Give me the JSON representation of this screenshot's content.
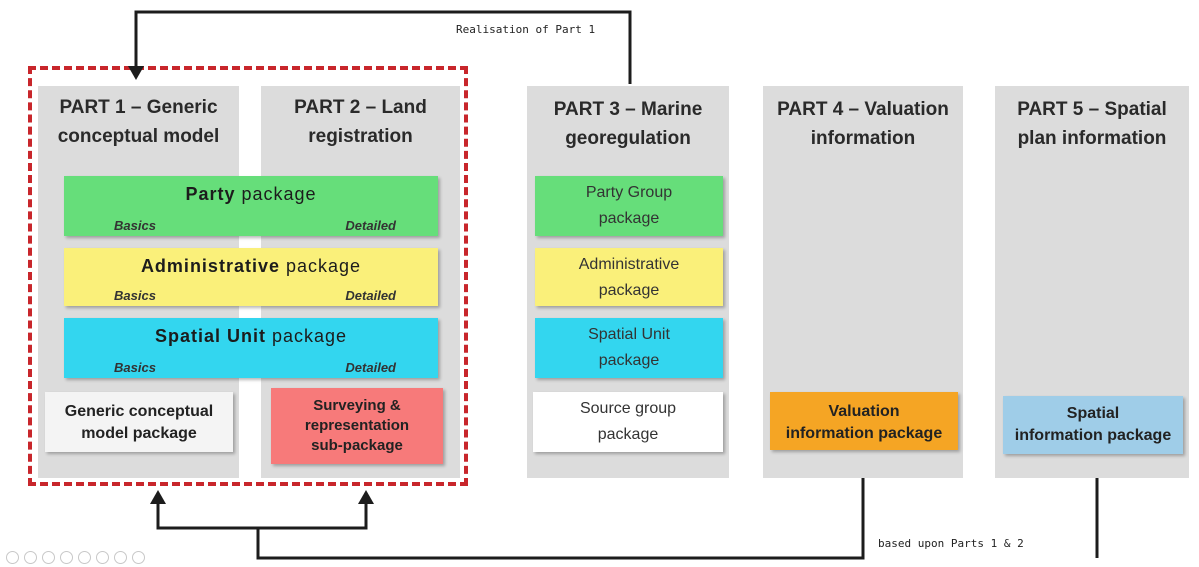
{
  "parts": [
    {
      "title": "PART 1 – Generic\nconceptual model"
    },
    {
      "title": "PART 2 – Land\nregistration"
    },
    {
      "title": "PART 3 – Marine\ngeoregulation"
    },
    {
      "title": "PART 4 – Valuation\ninformation"
    },
    {
      "title": "PART 5 – Spatial\nplan information"
    }
  ],
  "shared_packages": [
    {
      "bold": "Party",
      "rest": " package",
      "basics": "Basics",
      "detailed": "Detailed",
      "color": "#66de7a"
    },
    {
      "bold": "Administrative",
      "rest": " package",
      "basics": "Basics",
      "detailed": "Detailed",
      "color": "#faf07a"
    },
    {
      "bold": "Spatial Unit",
      "rest": " package",
      "basics": "Basics",
      "detailed": "Detailed",
      "color": "#33d6ef"
    }
  ],
  "part1_generic_package": "Generic conceptual\nmodel package",
  "part2_surveying_package": "Surveying &\nrepresentation\nsub-package",
  "part3_packages": [
    {
      "label": "Party Group\npackage",
      "color": "#66de7a"
    },
    {
      "label": "Administrative\npackage",
      "color": "#faf07a"
    },
    {
      "label": "Spatial Unit\npackage",
      "color": "#33d6ef"
    },
    {
      "label": "Source group\npackage",
      "color": "#ffffff"
    }
  ],
  "part4_package": {
    "label": "Valuation\ninformation package",
    "color": "#f5a524"
  },
  "part5_package": {
    "label": "Spatial\ninformation package",
    "color": "#9fcde8"
  },
  "annotations": {
    "realisation": "Realisation of Part 1",
    "based_upon": "based upon Parts 1 & 2"
  },
  "colors": {
    "dashed_border": "#c8262b",
    "column_bg": "#dcdcdc",
    "surveying": "#f77a7a",
    "generic": "#f4f4f4"
  }
}
